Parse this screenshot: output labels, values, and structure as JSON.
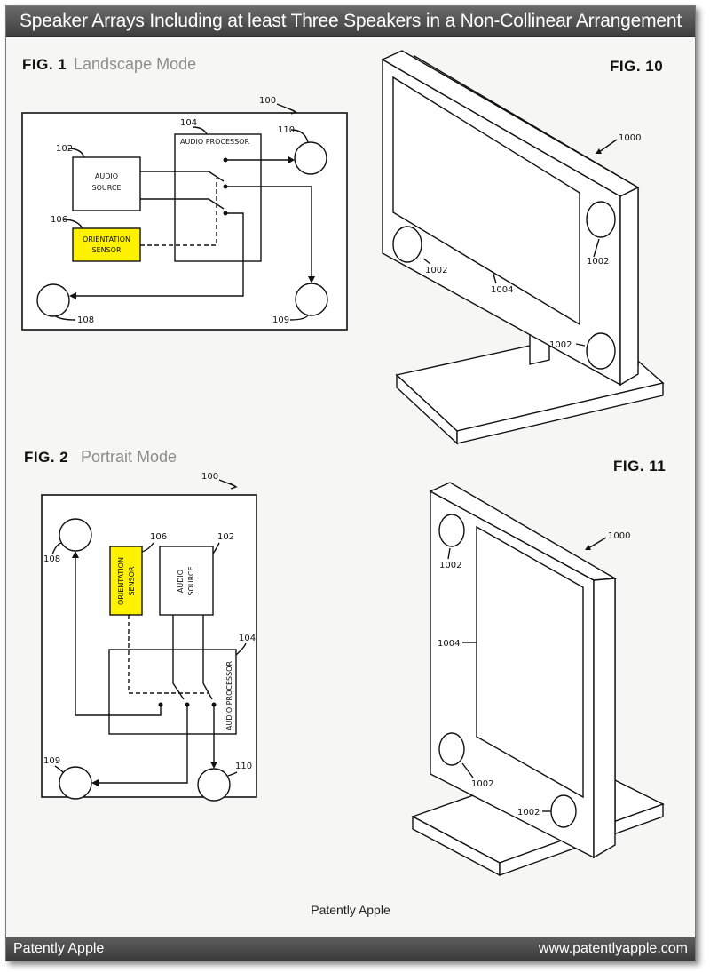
{
  "header": {
    "title": "Speaker Arrays Including at least Three Speakers in a Non-Collinear Arrangement"
  },
  "fig1": {
    "label": "FIG. 1",
    "mode": "Landscape Mode",
    "ref_100": "100",
    "ref_104": "104",
    "ref_102": "102",
    "ref_106": "106",
    "ref_110": "110",
    "ref_108": "108",
    "ref_109": "109",
    "audio_processor": "AUDIO PROCESSOR",
    "audio_source_1": "AUDIO",
    "audio_source_2": "SOURCE",
    "orientation_1": "ORIENTATION",
    "orientation_2": "SENSOR"
  },
  "fig2": {
    "label": "FIG. 2",
    "mode": "Portrait Mode",
    "ref_100": "100",
    "ref_106": "106",
    "ref_102": "102",
    "ref_104": "104",
    "ref_108": "108",
    "ref_109": "109",
    "ref_110": "110",
    "audio_processor": "AUDIO PROCESSOR",
    "audio_source_1": "AUDIO",
    "audio_source_2": "SOURCE",
    "orientation_1": "ORIENTATION",
    "orientation_2": "SENSOR"
  },
  "fig10": {
    "label": "FIG. 10",
    "ref_1000": "1000",
    "ref_1002a": "1002",
    "ref_1002b": "1002",
    "ref_1002c": "1002",
    "ref_1004": "1004"
  },
  "fig11": {
    "label": "FIG. 11",
    "ref_1000": "1000",
    "ref_1002a": "1002",
    "ref_1002b": "1002",
    "ref_1002c": "1002",
    "ref_1004": "1004"
  },
  "credit": "Patently Apple",
  "footer": {
    "left": "Patently Apple",
    "right": "www.patentlyapple.com"
  },
  "colors": {
    "highlight": "#fff200",
    "bar": "#4a4a4a"
  }
}
